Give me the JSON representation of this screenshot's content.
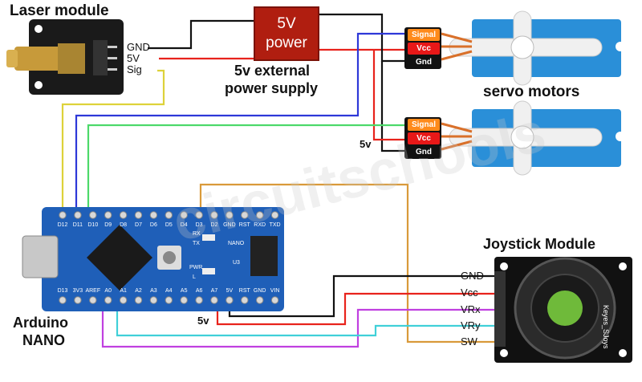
{
  "titles": {
    "laser": "Laser module",
    "psu_caption_1": "5v external",
    "psu_caption_2": "power supply",
    "servo": "servo motors",
    "joystick": "Joystick Module",
    "arduino_1": "Arduino",
    "arduino_2": "NANO"
  },
  "psu": {
    "line1": "5V",
    "line2": "power"
  },
  "laser_pins": [
    "GND",
    "5V",
    "Sig"
  ],
  "servo_pins": [
    "Signal",
    "Vcc",
    "Gnd"
  ],
  "joystick_pins": [
    "GND",
    "Vcc",
    "VRx",
    "VRy",
    "SW"
  ],
  "joystick_board_text": "Keyes_SJoys",
  "nano_top_pins": [
    "D12",
    "D11",
    "D10",
    "D9",
    "D8",
    "D7",
    "D6",
    "D5",
    "D4",
    "D3",
    "D2",
    "GND",
    "RST",
    "RXD",
    "TXD"
  ],
  "nano_bottom_pins": [
    "D13",
    "3V3",
    "AREF",
    "A0",
    "A1",
    "A2",
    "A3",
    "A4",
    "A5",
    "A6",
    "A7",
    "5V",
    "RST",
    "GND",
    "VIN"
  ],
  "nano_board_labels": {
    "rx": "RX",
    "tx": "TX",
    "pwr": "PWR",
    "l": "L",
    "nano": "NANO",
    "u3": "U3"
  },
  "volt_labels": {
    "servo": "5v",
    "nano": "5v"
  },
  "watermark": "circuitschools",
  "colors": {
    "red": "#e8231c",
    "black": "#111111",
    "blue": "#2e38d8",
    "green": "#4cd96a",
    "yellow": "#ddd23a",
    "orange": "#d99a3a",
    "purple": "#c040e0",
    "cyan": "#40d0d8",
    "nano_board": "#1f5fb8",
    "servo_body": "#2a8fd8"
  }
}
